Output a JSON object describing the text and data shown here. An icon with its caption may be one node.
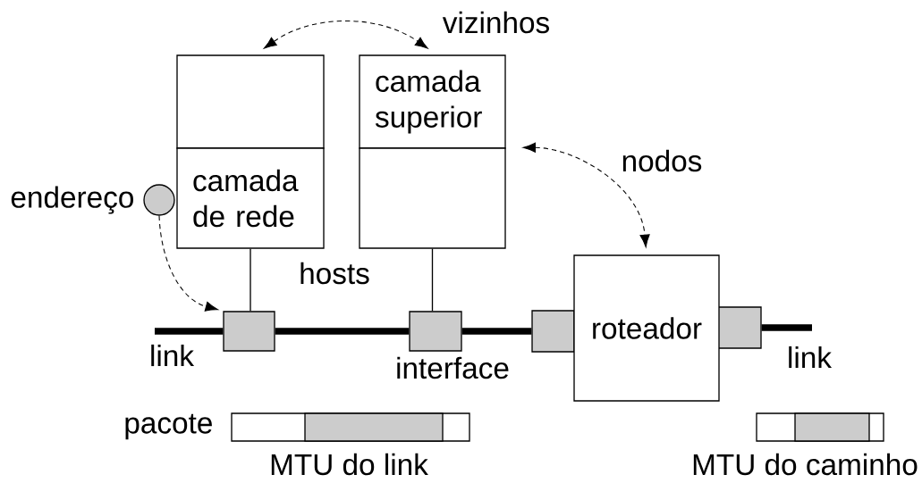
{
  "diagram": {
    "nodes": [
      {
        "text": [],
        "shape": "box"
      },
      {
        "text": [
          "camada de rede"
        ]
      },
      {
        "text": [
          "camada superior"
        ]
      },
      {
        "text": [],
        "shape": "box"
      },
      {
        "text": [],
        "shape": "circle",
        "beside": [
          "endereço"
        ]
      },
      {
        "text": [],
        "shape": "box"
      },
      {
        "text": [],
        "shape": "box"
      },
      {
        "text": [],
        "shape": "box"
      },
      {
        "text": [],
        "shape": "box"
      },
      {
        "text": [
          "roteador"
        ]
      },
      {
        "text": [],
        "shape": "bar",
        "beside": [
          "pacote",
          "MTU do link"
        ]
      },
      {
        "text": [],
        "shape": "bar",
        "beside": [
          "MTU do caminho"
        ]
      }
    ],
    "edges": [
      {
        "from": 0,
        "to": 2,
        "arrow": "both",
        "style": "dashed",
        "label": "vizinhos"
      },
      {
        "from": 3,
        "to": 9,
        "arrow": "both",
        "style": "dashed",
        "label": "nodos"
      },
      {
        "from": 4,
        "to": 5,
        "arrow": "to",
        "style": "dashed"
      },
      {
        "from": 1,
        "to": 5,
        "arrow": "none"
      },
      {
        "from": 3,
        "to": 6,
        "arrow": "none"
      },
      {
        "from": null,
        "to": 5,
        "arrow": "none",
        "style": "thick"
      },
      {
        "from": 5,
        "to": 6,
        "arrow": "none",
        "style": "thick"
      },
      {
        "from": 6,
        "to": 7,
        "arrow": "none",
        "style": "thick"
      },
      {
        "from": 8,
        "to": null,
        "arrow": "none",
        "style": "thick"
      }
    ],
    "labels": [
      "hosts",
      "link",
      "interface",
      "link"
    ]
  }
}
